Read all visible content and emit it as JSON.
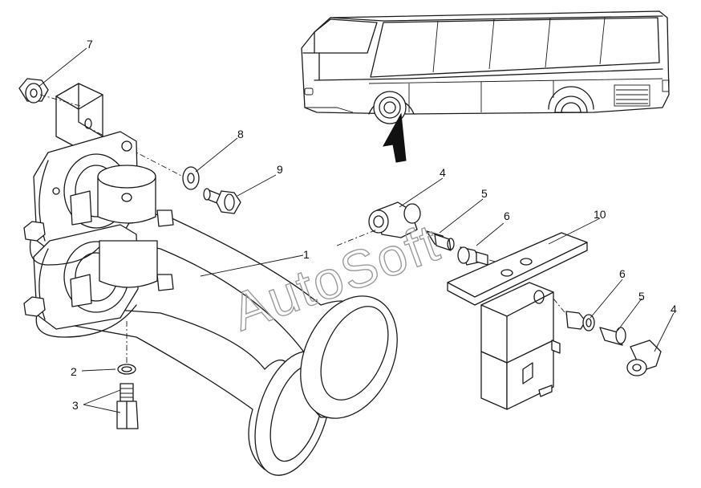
{
  "watermark": "AutoSoft",
  "callouts": [
    {
      "id": "c7",
      "label": "7"
    },
    {
      "id": "c8",
      "label": "8"
    },
    {
      "id": "c9",
      "label": "9"
    },
    {
      "id": "c4a",
      "label": "4"
    },
    {
      "id": "c5a",
      "label": "5"
    },
    {
      "id": "c6a",
      "label": "6"
    },
    {
      "id": "c10",
      "label": "10"
    },
    {
      "id": "c1",
      "label": "1"
    },
    {
      "id": "c6b",
      "label": "6"
    },
    {
      "id": "c5b",
      "label": "5"
    },
    {
      "id": "c4b",
      "label": "4"
    },
    {
      "id": "c2",
      "label": "2"
    },
    {
      "id": "c3",
      "label": "3"
    }
  ]
}
